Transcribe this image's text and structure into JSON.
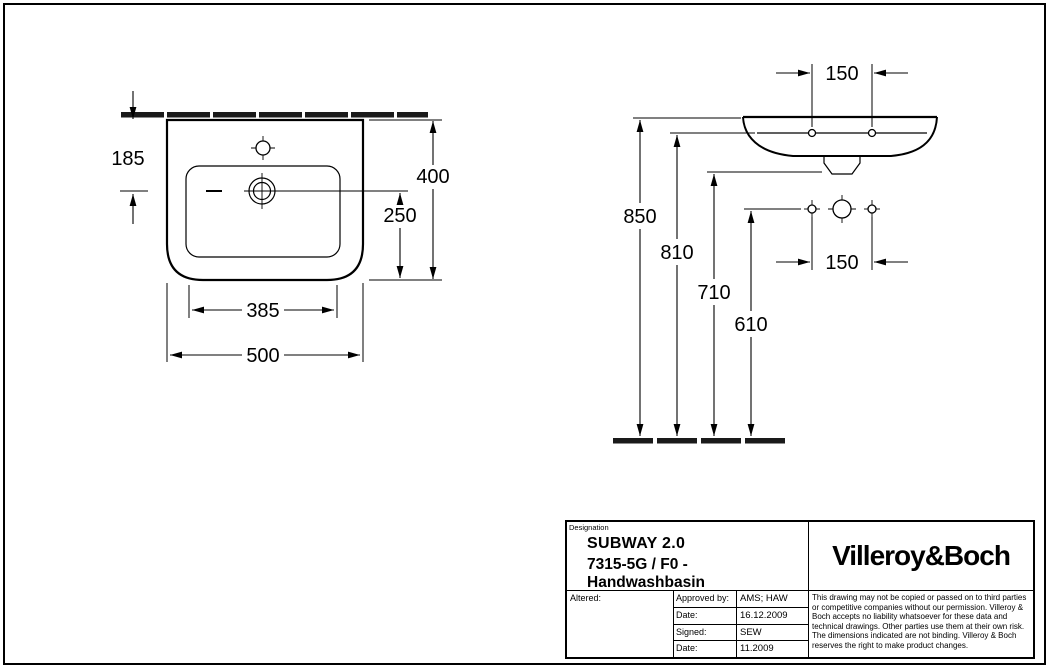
{
  "title_block": {
    "designation_label": "Designation",
    "product_line": "SUBWAY 2.0",
    "product_code": "7315-5G / F0 - Handwashbasin",
    "brand": "Villeroy&Boch",
    "altered_label": "Altered:",
    "approval_rows": [
      {
        "label": "Approved by:",
        "value": "AMS; HAW"
      },
      {
        "label": "Date:",
        "value": "16.12.2009"
      },
      {
        "label": "Signed:",
        "value": "SEW"
      },
      {
        "label": "Date:",
        "value": "11.2009"
      }
    ],
    "disclaimer": "This drawing may not be copied or passed on to third parties or competitive companies without our permission. Villeroy & Boch accepts no liability whatsoever for these data and technical drawings. Other parties use them at their own risk. The dimensions indicated are not binding. Villeroy & Boch reserves the right to make product changes."
  },
  "dimensions_mm": {
    "top_view": {
      "wall_to_drain": "185",
      "basin_depth": "400",
      "drain_to_front": "250",
      "inner_width": "385",
      "outer_width": "500"
    },
    "front_view": {
      "tap_hole_spacing": "150",
      "rim_height": "850",
      "underside_height": "810",
      "trap_height": "710",
      "fixing_height": "610",
      "fixing_spacing": "150"
    }
  },
  "colors": {
    "line": "#000000",
    "background": "#ffffff"
  }
}
